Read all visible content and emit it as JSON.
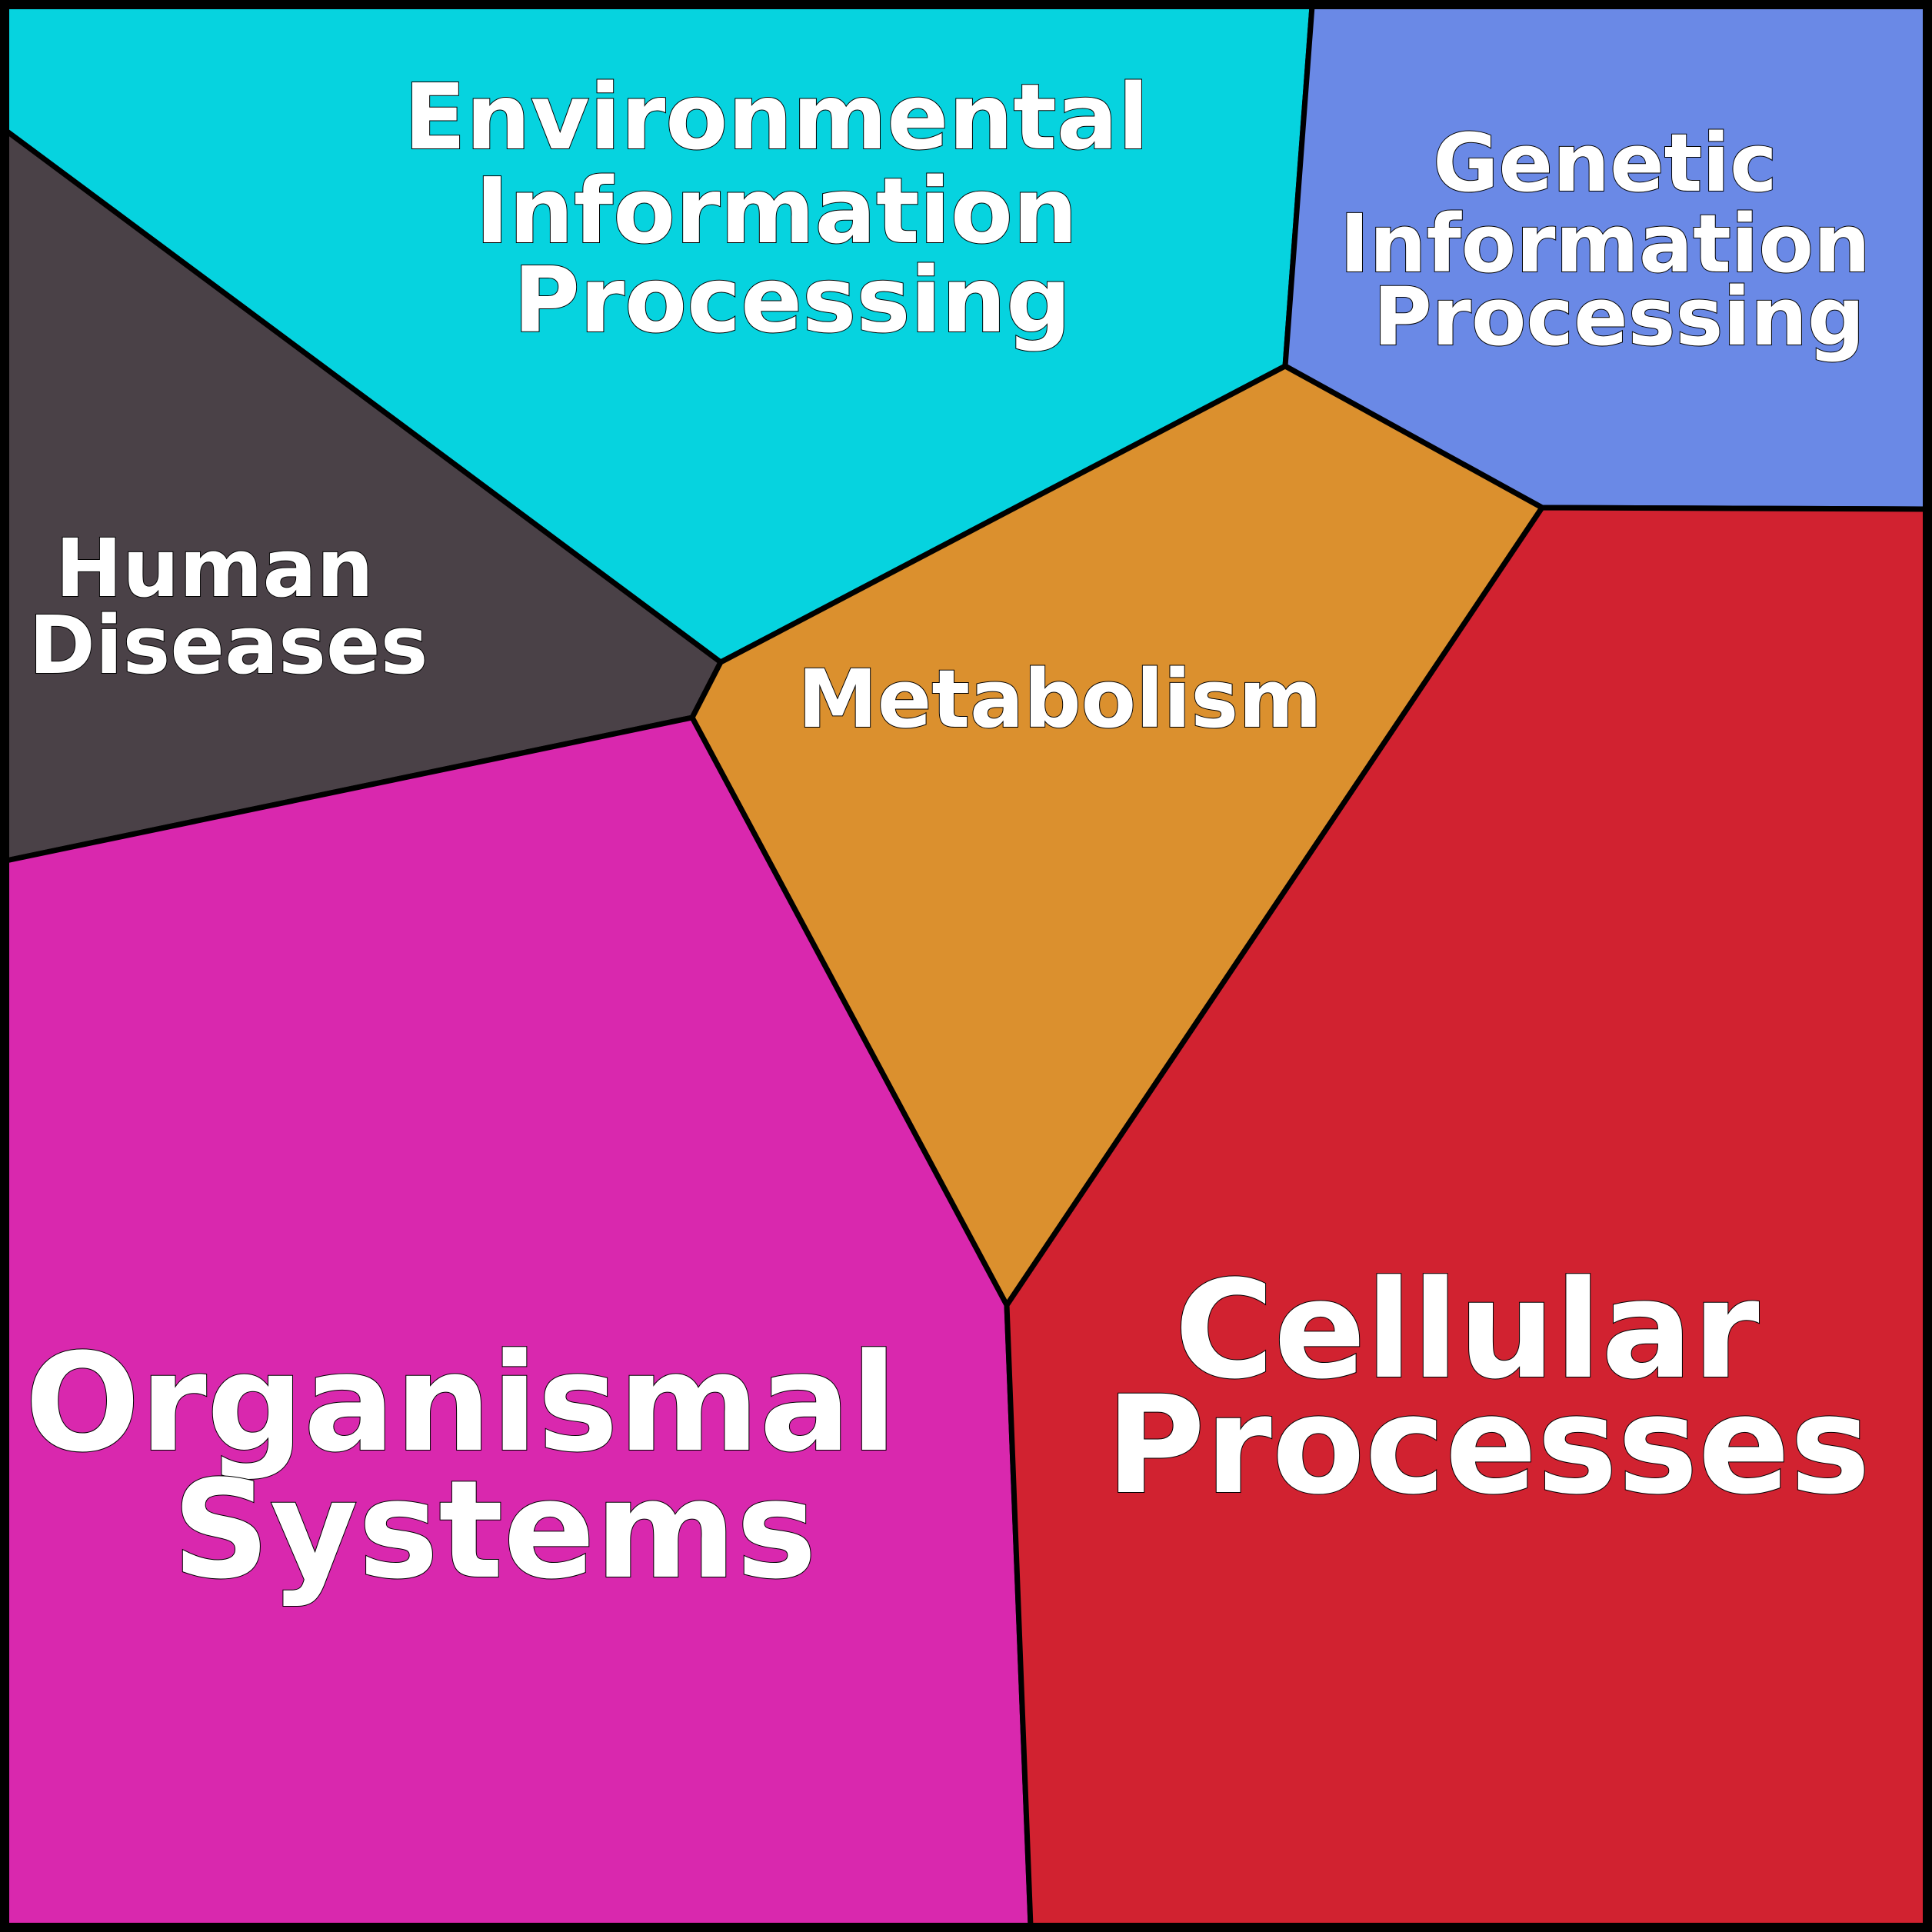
{
  "categories": {
    "environmental": {
      "line1": "Environmental",
      "line2": "Information",
      "line3": "Processing",
      "color": "#06d3df"
    },
    "genetic": {
      "line1": "Genetic",
      "line2": "Information",
      "line3": "Processing",
      "color": "#6a89e6"
    },
    "human_diseases": {
      "line1": "Human",
      "line2": "Diseases",
      "color": "#4a4147"
    },
    "metabolism": {
      "line1": "Metabolism",
      "color": "#db902e"
    },
    "organismal": {
      "line1": "Organismal",
      "line2": "Systems",
      "color": "#d928ae"
    },
    "cellular": {
      "line1": "Cellular",
      "line2": "Processes",
      "color": "#d12230"
    }
  }
}
